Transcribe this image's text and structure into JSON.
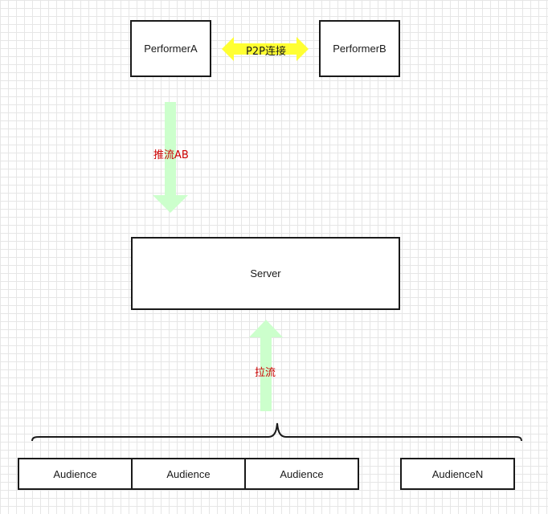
{
  "nodes": {
    "performer_a": "PerformerA",
    "performer_b": "PerformerB",
    "server": "Server",
    "audience_1": "Audience",
    "audience_2": "Audience",
    "audience_3": "Audience",
    "audience_n": "AudienceN"
  },
  "edges": {
    "p2p": "P2P连接",
    "push": "推流AB",
    "pull": "拉流"
  },
  "colors": {
    "p2p_arrow": "#ffff33",
    "stream_arrow": "#ccffcc",
    "label_red": "#cc0000",
    "border": "#1a1a1a"
  }
}
